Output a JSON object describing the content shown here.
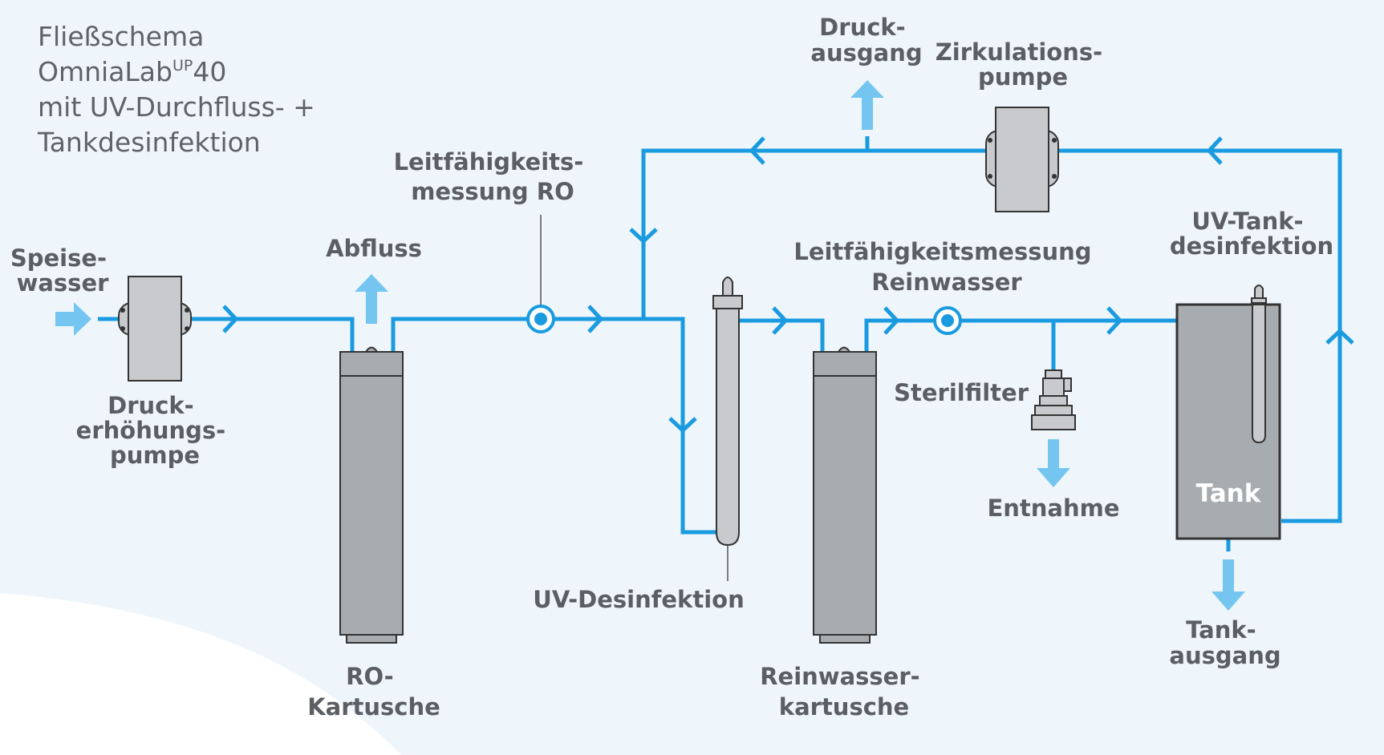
{
  "title": {
    "line1": "Fließschema",
    "line2_prefix": "OmniaLab",
    "line2_superscript": "UP",
    "line2_suffix": "40",
    "line3": "mit UV-Durchfluss- +",
    "line4": "Tankdesinfektion"
  },
  "labels": {
    "speisewasser": [
      "Speise-",
      "wasser"
    ],
    "druckerhoehungspumpe": [
      "Druck-",
      "erhöhungs-",
      "pumpe"
    ],
    "abfluss": "Abfluss",
    "ro_kartusche": [
      "RO-",
      "Kartusche"
    ],
    "leitfaehigkeit_ro": [
      "Leitfähigkeits-",
      "messung RO"
    ],
    "uv_desinfektion": "UV-Desinfektion",
    "reinwasserkartusche": [
      "Reinwasser-",
      "kartusche"
    ],
    "leitfaehigkeit_reinwasser": [
      "Leitfähigkeitsmessung",
      "Reinwasser"
    ],
    "sterilfilter": "Sterilfilter",
    "entnahme": "Entnahme",
    "tank": "Tank",
    "uv_tankdesinfektion": [
      "UV-Tank-",
      "desinfektion"
    ],
    "tankausgang": [
      "Tank-",
      "ausgang"
    ],
    "druckausgang": [
      "Druck-",
      "ausgang"
    ],
    "zirkulationspumpe": [
      "Zirkulations-",
      "pumpe"
    ]
  },
  "colors": {
    "pipe": "#1a9be0",
    "out_arrow": "#74c6f0",
    "component_fill": "#a7acb1",
    "pump_fill": "#c8cacd",
    "label_text": "#5b5e62",
    "background": "#eef6fc"
  }
}
